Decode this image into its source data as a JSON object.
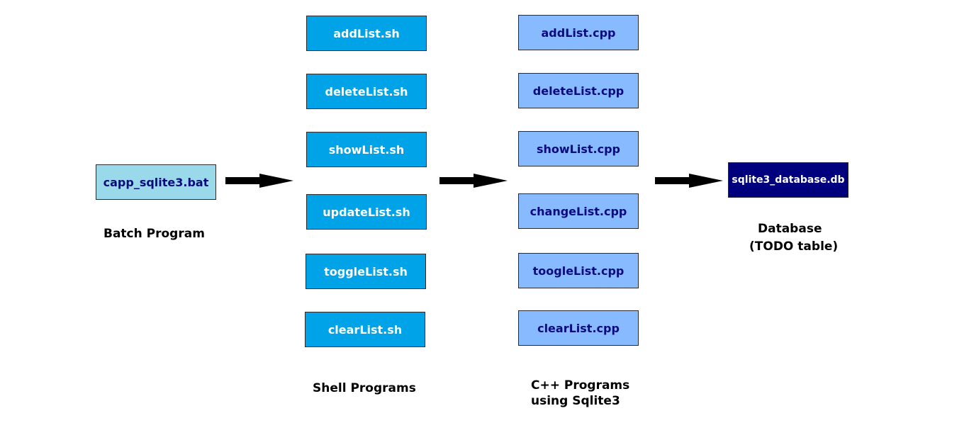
{
  "batch": {
    "file": "capp_sqlite3.bat",
    "caption": "Batch Program"
  },
  "shell": {
    "files": [
      "addList.sh",
      "deleteList.sh",
      "showList.sh",
      "updateList.sh",
      "toggleList.sh",
      "clearList.sh"
    ],
    "caption": "Shell Programs"
  },
  "cpp": {
    "files": [
      "addList.cpp",
      "deleteList.cpp",
      "showList.cpp",
      "changeList.cpp",
      "toogleList.cpp",
      "clearList.cpp"
    ],
    "caption_line1": "C++ Programs",
    "caption_line2": "using Sqlite3"
  },
  "database": {
    "file": "sqlite3_database.db",
    "caption_line1": "Database",
    "caption_line2": "(TODO table)"
  },
  "colors": {
    "batch_fill": "#99d9ea",
    "shell_fill": "#00a2e8",
    "cpp_fill": "#88baff",
    "db_fill": "#00007f",
    "arrow": "#000000"
  }
}
